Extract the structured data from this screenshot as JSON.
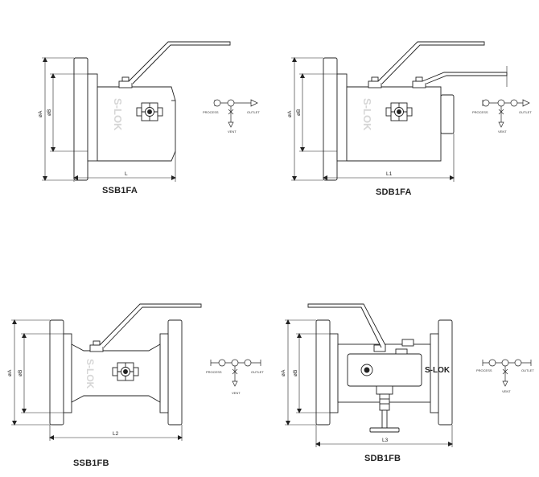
{
  "valves": [
    {
      "model": "SSB1FA",
      "dims": {
        "outer": "øA",
        "inner": "øB",
        "length": "L"
      },
      "brand": "S-LOK",
      "schematic": {
        "process": "PROCESS",
        "outlet": "OUTLET",
        "vent": "VENT"
      }
    },
    {
      "model": "SDB1FA",
      "dims": {
        "outer": "øA",
        "inner": "øB",
        "length": "L1"
      },
      "brand": "S-LOK",
      "schematic": {
        "process": "PROCESS",
        "outlet": "OUTLET",
        "vent": "VENT"
      }
    },
    {
      "model": "SSB1FB",
      "dims": {
        "outer": "øA",
        "inner": "øB",
        "length": "L2"
      },
      "brand": "S-LOK",
      "schematic": {
        "process": "PROCESS",
        "outlet": "OUTLET",
        "vent": "VENT"
      }
    },
    {
      "model": "SDB1FB",
      "dims": {
        "outer": "øA",
        "inner": "øB",
        "length": "L3"
      },
      "brand": "S-LOK",
      "schematic": {
        "process": "PROCESS",
        "outlet": "OUTLET",
        "vent": "VENT"
      }
    }
  ]
}
